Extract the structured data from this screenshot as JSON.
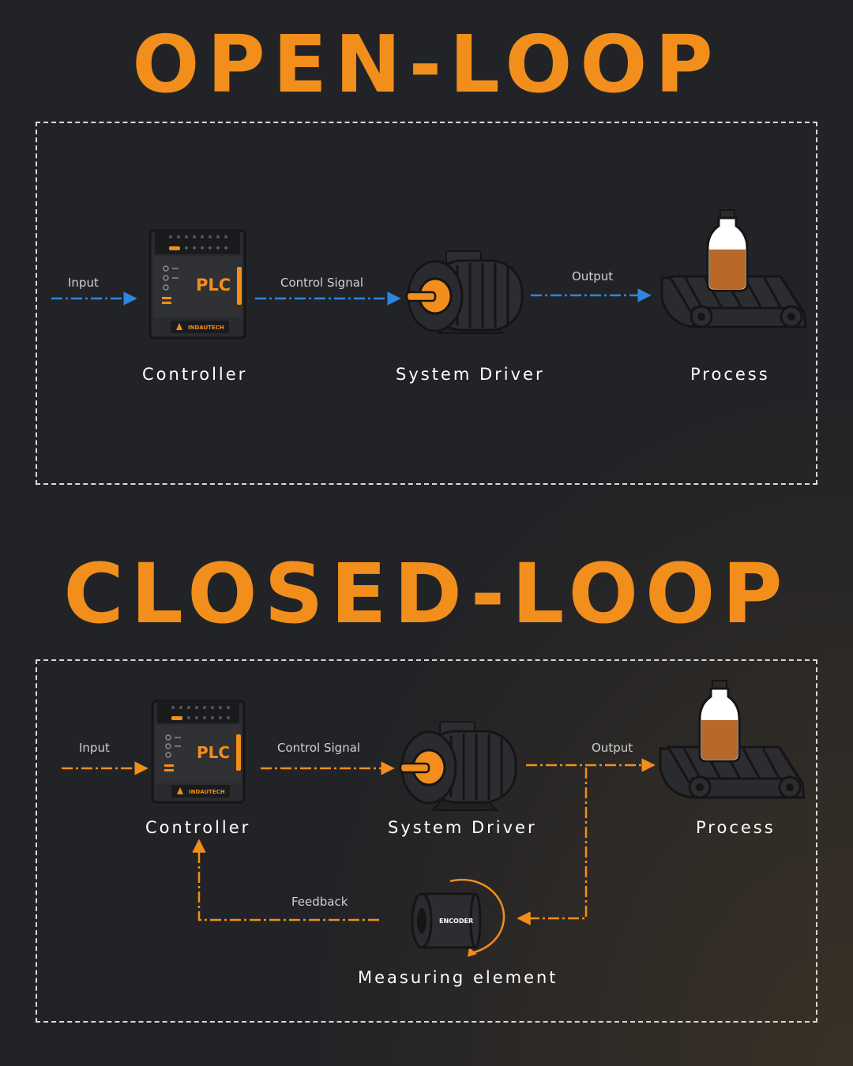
{
  "open_loop": {
    "title": "OPEN-LOOP",
    "labels": {
      "input": "Input",
      "control_signal": "Control Signal",
      "output": "Output",
      "controller": "Controller",
      "system_driver": "System Driver",
      "process": "Process"
    },
    "plc": {
      "text": "PLC",
      "brand": "INDAUTECH"
    },
    "arrow_color": "#2f86e0"
  },
  "closed_loop": {
    "title": "CLOSED-LOOP",
    "labels": {
      "input": "Input",
      "control_signal": "Control Signal",
      "output": "Output",
      "feedback": "Feedback",
      "controller": "Controller",
      "system_driver": "System Driver",
      "process": "Process",
      "measuring_element": "Measuring element"
    },
    "plc": {
      "text": "PLC",
      "brand": "INDAUTECH"
    },
    "encoder_text": "ENCODER",
    "arrow_color": "#f28e1c"
  },
  "colors": {
    "accent": "#f28e1c",
    "background": "#222326",
    "border": "#d9d9d9",
    "text": "#ffffff"
  }
}
